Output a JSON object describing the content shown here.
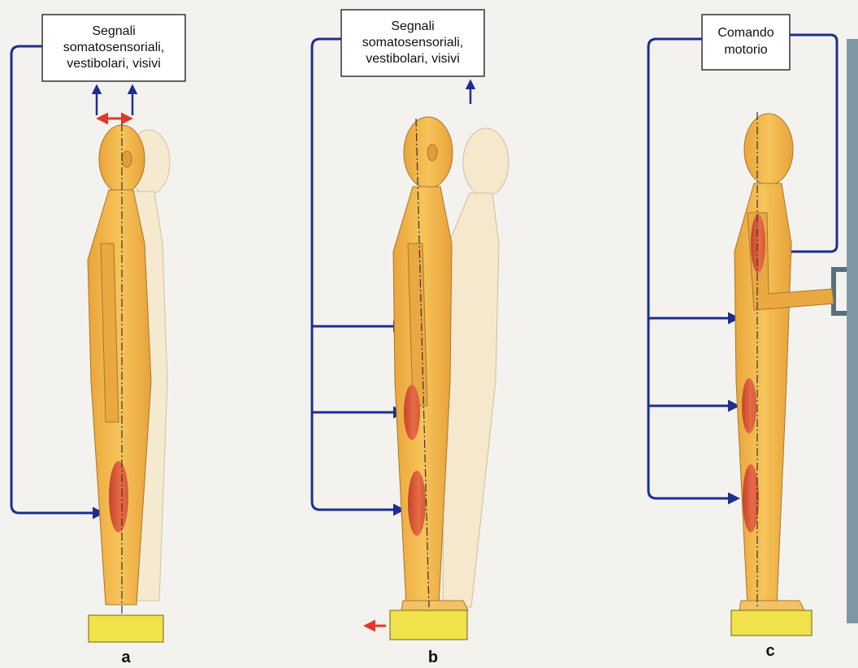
{
  "colors": {
    "arrow_blue": "#1c2f8f",
    "shift_red": "#e2382a",
    "body_main": "#f2b94a",
    "body_ghost": "#f6e2b8",
    "muscle": "#d9593a",
    "platform": "#f0e24a",
    "wall": "#7f97a3"
  },
  "panels": [
    {
      "id": "a",
      "label": "a",
      "box_lines": [
        "Segnali",
        "somatosensoriali,",
        "vestibolari, visivi"
      ]
    },
    {
      "id": "b",
      "label": "b",
      "box_lines": [
        "Segnali",
        "somatosensoriali,",
        "vestibolari, visivi"
      ]
    },
    {
      "id": "c",
      "label": "c",
      "box_lines": [
        "Comando",
        "motorio"
      ]
    }
  ]
}
